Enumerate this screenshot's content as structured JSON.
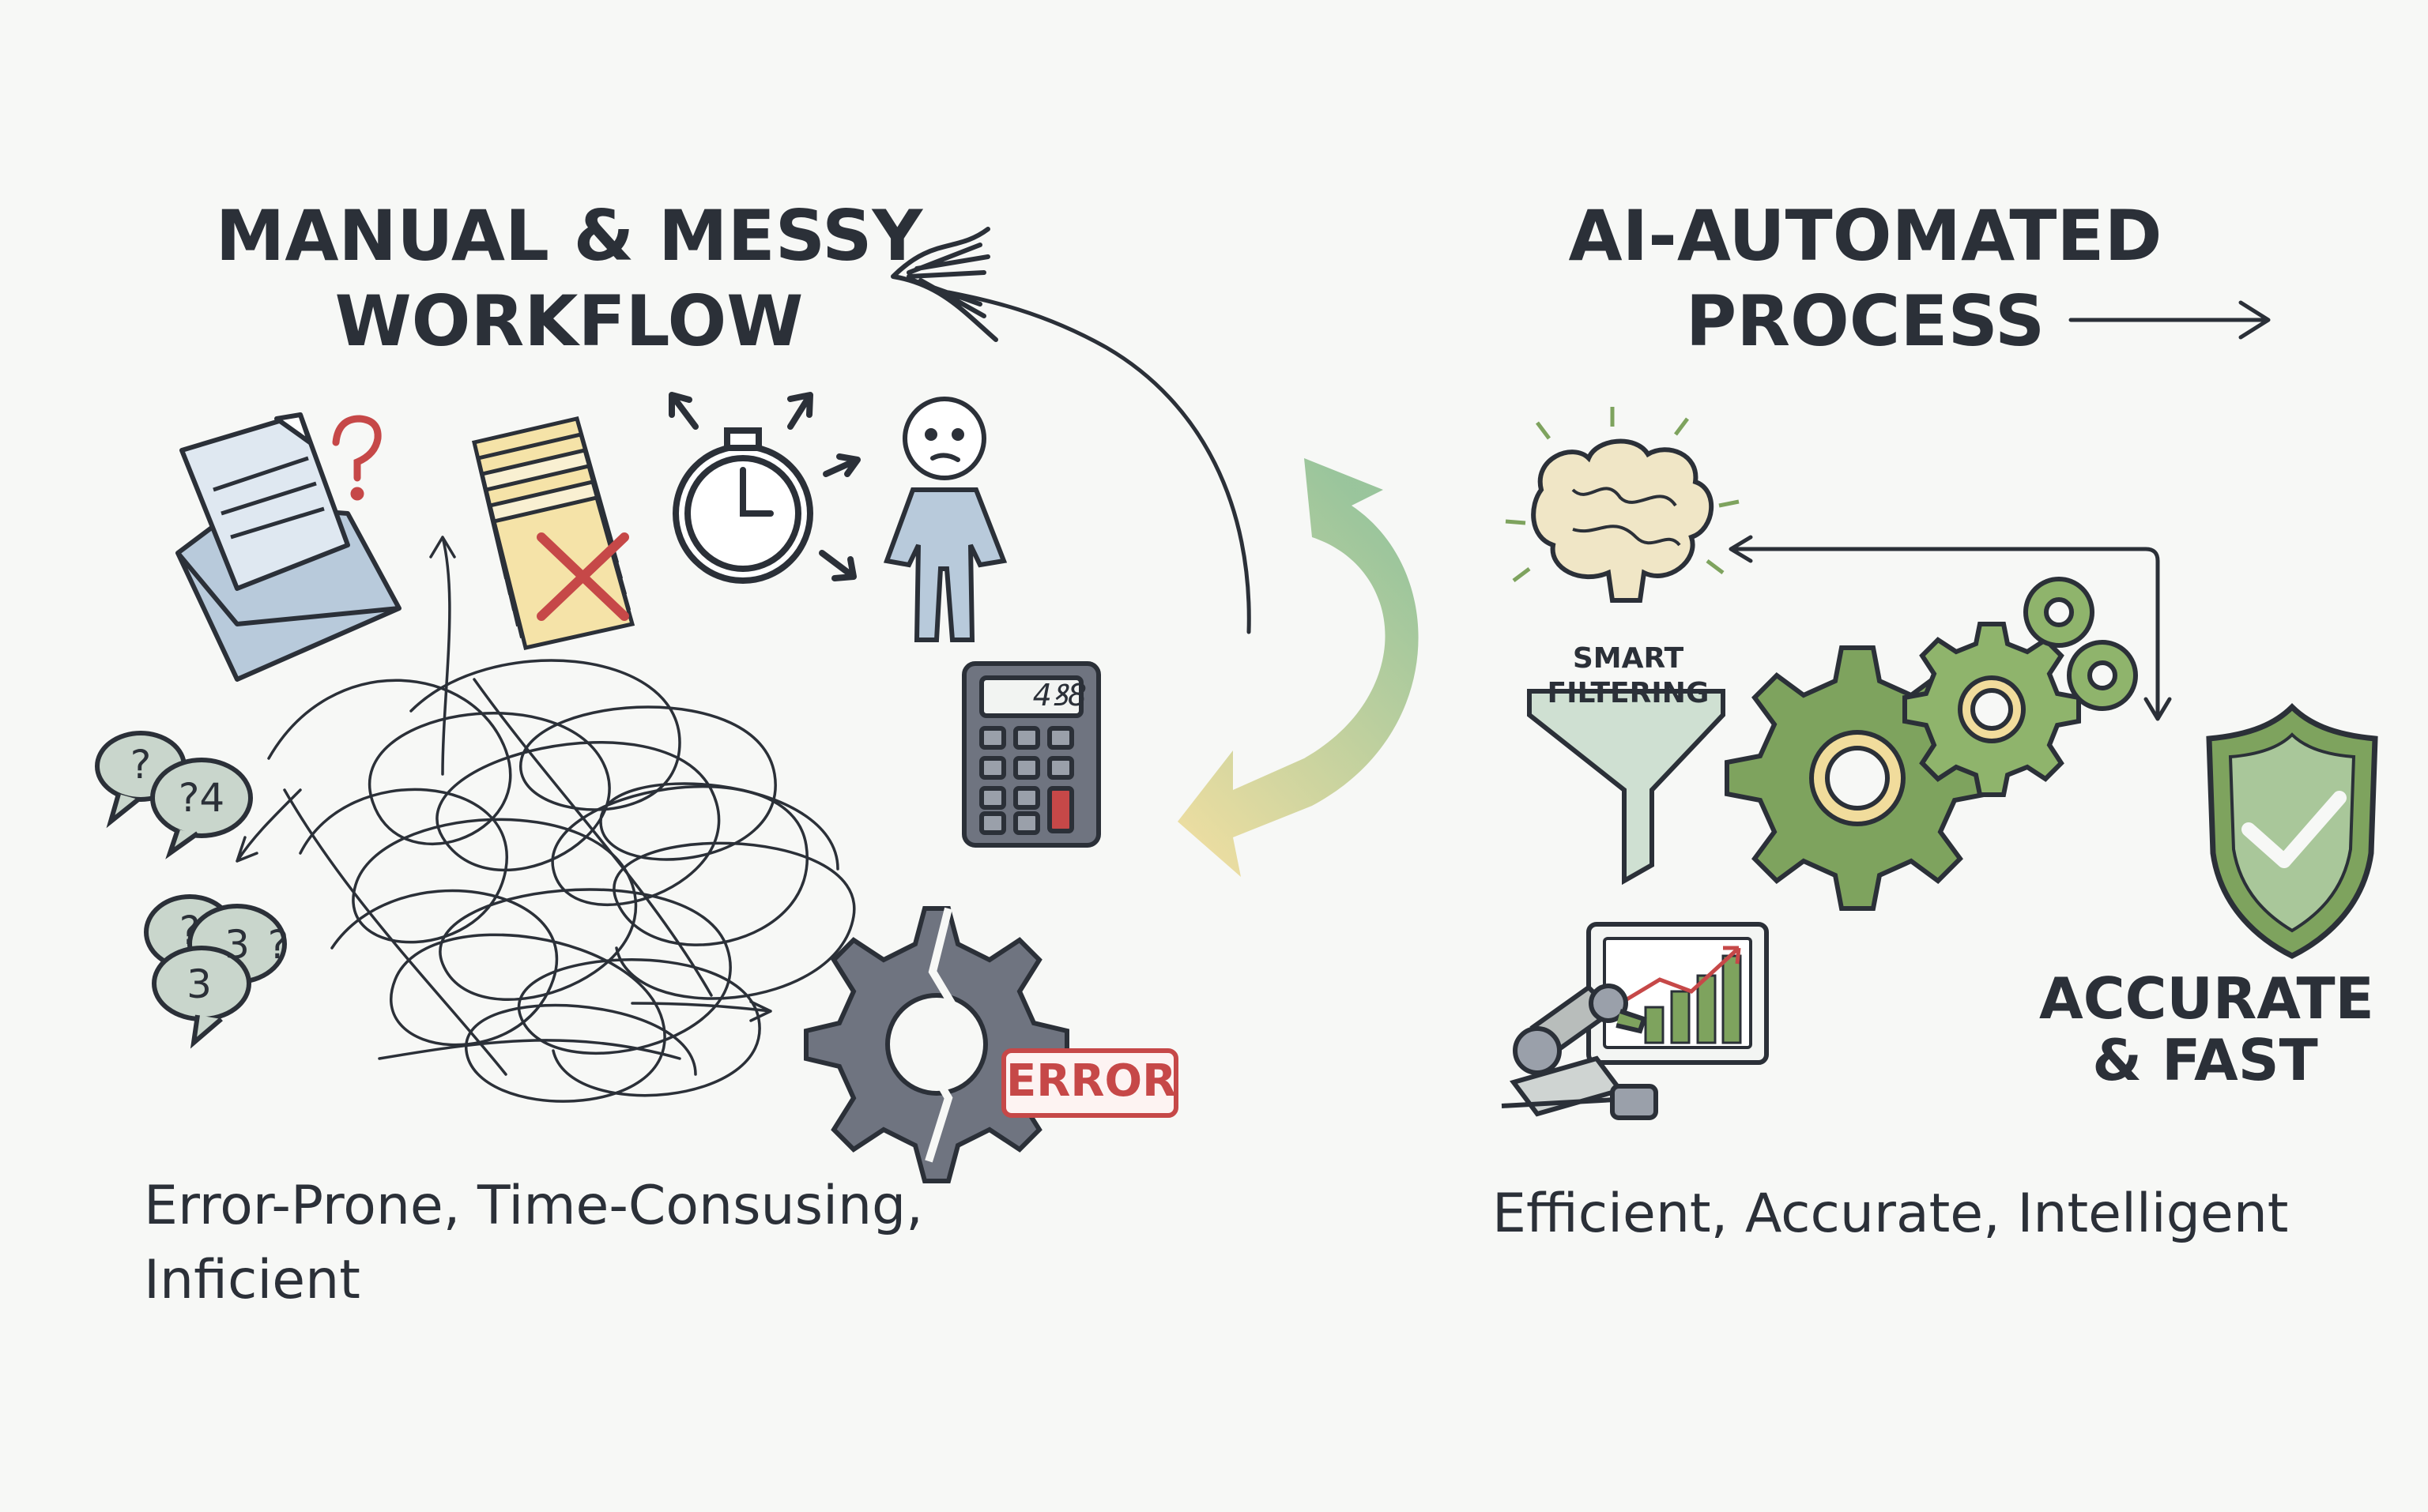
{
  "left_panel": {
    "title_line1": "MANUAL & MESSY",
    "title_line2": "WORKFLOW",
    "caption_line1": "Error-Prone, Time-Consusing,",
    "caption_line2": "Inficient",
    "error_badge": "ERROR",
    "calculator_display": "4ꝸ8",
    "bubble_texts": [
      "?",
      "?4",
      "?",
      "3",
      "3",
      "?"
    ],
    "icons": [
      "email-document-icon",
      "question-mark-icon",
      "paper-stack-icon",
      "red-x-icon",
      "stopwatch-icon",
      "confused-person-icon",
      "calculator-icon",
      "speech-bubbles-icon",
      "broken-gear-icon",
      "tangled-lines-icon"
    ]
  },
  "right_panel": {
    "title_line1": "AI-AUTOMATED",
    "title_line2": "PROCESS",
    "filter_label": "SMART FILTERING",
    "result_line1": "ACCURATE",
    "result_line2": "& FAST",
    "caption": "Efficient, Accurate, Intelligent",
    "icons": [
      "brain-icon",
      "funnel-icon",
      "gears-icon",
      "shield-check-icon",
      "robot-arm-chart-icon"
    ]
  },
  "colors": {
    "ink": "#2b3038",
    "slate_blue": "#b8cadb",
    "error_red": "#c64848",
    "green": "#7ea35e",
    "light_green": "#a9c79a",
    "yellow": "#f1dc9c",
    "gray_gear": "#6f7480"
  }
}
